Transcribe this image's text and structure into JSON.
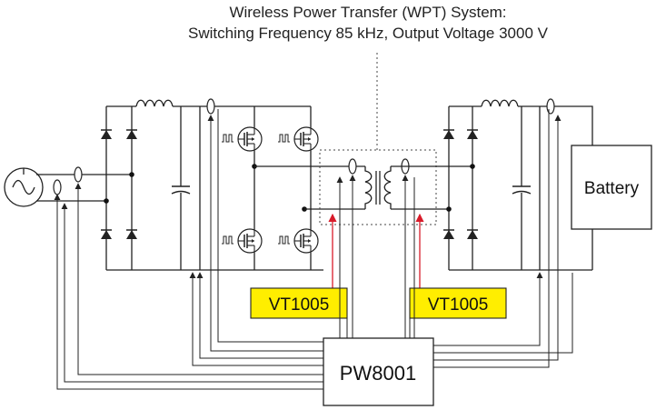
{
  "title": {
    "line1": "Wireless Power Transfer (WPT) System:",
    "line2": "Switching Frequency 85 kHz, Output Voltage 3000 V"
  },
  "blocks": {
    "battery": "Battery",
    "sensor_left": "VT1005",
    "sensor_right": "VT1005",
    "analyzer": "PW8001"
  },
  "colors": {
    "sensor_fill": "#ffee00",
    "signal_line": "#d81b2a"
  },
  "icons": [
    "ac-source-icon",
    "diode-icon",
    "inductor-icon",
    "capacitor-icon",
    "mosfet-icon",
    "transformer-icon",
    "current-sensor-icon",
    "arrow-icon"
  ]
}
